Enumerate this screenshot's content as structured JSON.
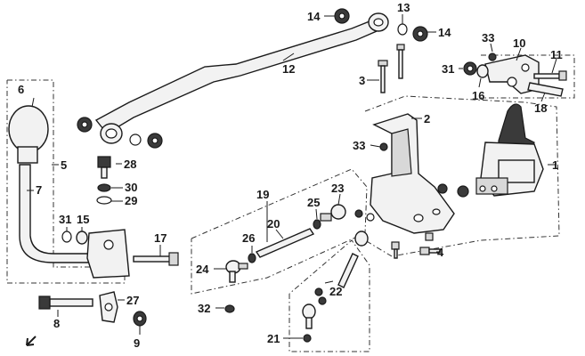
{
  "diagram": {
    "labels": {
      "p1": "1",
      "p2": "2",
      "p3": "3",
      "p4": "4",
      "p5": "5",
      "p6": "6",
      "p7": "7",
      "p8": "8",
      "p9": "9",
      "p10": "10",
      "p11": "11",
      "p12": "12",
      "p13": "13",
      "p14a": "14",
      "p14b": "14",
      "p15": "15",
      "p16": "16",
      "p17": "17",
      "p18": "18",
      "p19": "19",
      "p20": "20",
      "p21": "21",
      "p22": "22",
      "p23": "23",
      "p24": "24",
      "p25": "25",
      "p26": "26",
      "p27": "27",
      "p28": "28",
      "p29": "29",
      "p30": "30",
      "p31a": "31",
      "p31b": "31",
      "p32": "32",
      "p33a": "33",
      "p33b": "33"
    },
    "direction_icon": "front-arrow-icon"
  }
}
